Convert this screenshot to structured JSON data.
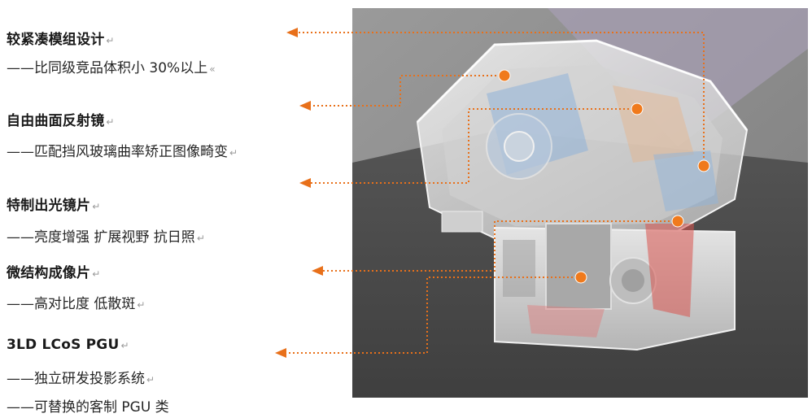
{
  "features": [
    {
      "title": "较紧凑模组设计",
      "title_mark": "↵",
      "lines": [
        {
          "text": "——比同级竞品体积小 30%以上",
          "mark": "«"
        }
      ]
    },
    {
      "title": "自由曲面反射镜",
      "title_mark": "↵",
      "lines": [
        {
          "text": "——匹配挡风玻璃曲率矫正图像畸变",
          "mark": "↵"
        }
      ]
    },
    {
      "title": "特制出光镜片",
      "title_mark": "↵",
      "lines": [
        {
          "text": "——亮度增强  扩展视野  抗日照",
          "mark": "↵"
        }
      ]
    },
    {
      "title": "微结构成像片",
      "title_mark": "↵",
      "lines": [
        {
          "text": "——高对比度    低散斑",
          "mark": "↵"
        }
      ]
    },
    {
      "title": "3LD LCoS PGU",
      "title_mark": "↵",
      "lines": [
        {
          "text": "——独立研发投影系统",
          "mark": "↵"
        },
        {
          "text": "——可替换的客制 PGU 类",
          "mark": ""
        }
      ]
    }
  ],
  "colors": {
    "accent": "#e8701a",
    "panel_bg": "#8c8c8c",
    "floor": "#4d4d4d",
    "housing": "#d9d9d9"
  },
  "icons": [
    "arrow-left-icon",
    "callout-dot-icon"
  ]
}
